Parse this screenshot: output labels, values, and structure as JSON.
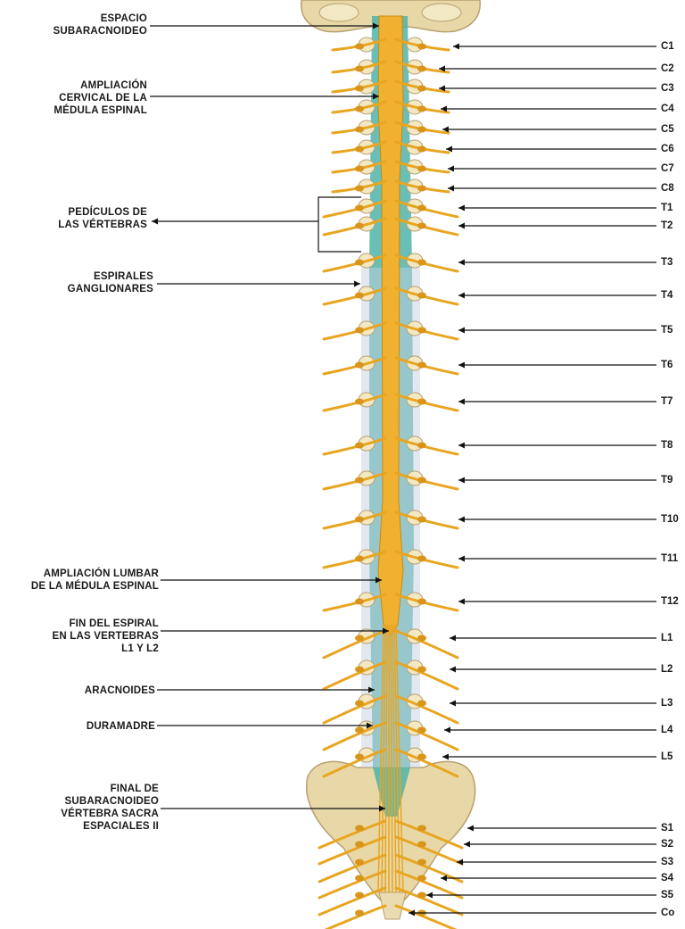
{
  "left_labels": [
    {
      "id": "subarachnoid",
      "text": "ESPACIO\nSUBARACNOIDEO"
    },
    {
      "id": "cervical",
      "text": "AMPLIACIÓN\nCERVICAL DE LA\nMÉDULA ESPINAL"
    },
    {
      "id": "pedicles",
      "text": "PEDÍCULOS DE\nLAS VÉRTEBRAS"
    },
    {
      "id": "ganglia",
      "text": "ESPIRALES\nGANGLIONARES"
    },
    {
      "id": "lumbar",
      "text": "AMPLIACIÓN LUMBAR\nDE LA MÉDULA ESPINAL"
    },
    {
      "id": "cord_end",
      "text": "FIN DEL ESPIRAL\nEN LAS VERTEBRAS\nL1 Y L2"
    },
    {
      "id": "arachnoid",
      "text": "ARACNOIDES"
    },
    {
      "id": "dura",
      "text": "DURAMADRE"
    },
    {
      "id": "sac_end",
      "text": "FINAL DE\nSUBARACNOIDEO\nVÉRTEBRA SACRA\nESPACIALES II"
    }
  ],
  "right_labels": [
    "C1",
    "C2",
    "C3",
    "C4",
    "C5",
    "C6",
    "C7",
    "C8",
    "T1",
    "T2",
    "T3",
    "T4",
    "T5",
    "T6",
    "T7",
    "T8",
    "T9",
    "T10",
    "T11",
    "T12",
    "L1",
    "L2",
    "L3",
    "L4",
    "L5",
    "S1",
    "S2",
    "S3",
    "S4",
    "S5",
    "Co"
  ],
  "colors": {
    "bone": "#e8d8a8",
    "bone_edge": "#b8a070",
    "nerve": "#e8a520",
    "cord": "#f0b030",
    "csf": "#4fb3a9",
    "vertebra_fill": "#c8cfe0",
    "leader": "#111111"
  }
}
